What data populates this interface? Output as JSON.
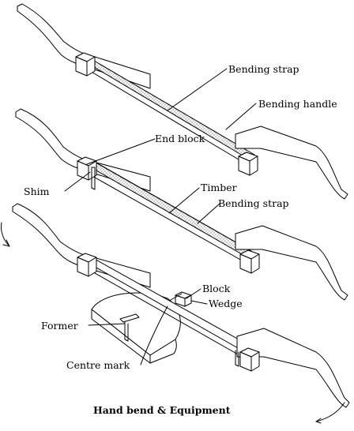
{
  "caption": "Hand bend & Equipment",
  "labels": {
    "bending_strap_1": "Bending strap",
    "bending_handle": "Bending handle",
    "end_block": "End block",
    "shim": "Shim",
    "timber": "Timber",
    "bending_strap_2": "Bending strap",
    "block": "Block",
    "wedge": "Wedge",
    "former": "Former",
    "centre_mark": "Centre mark"
  }
}
